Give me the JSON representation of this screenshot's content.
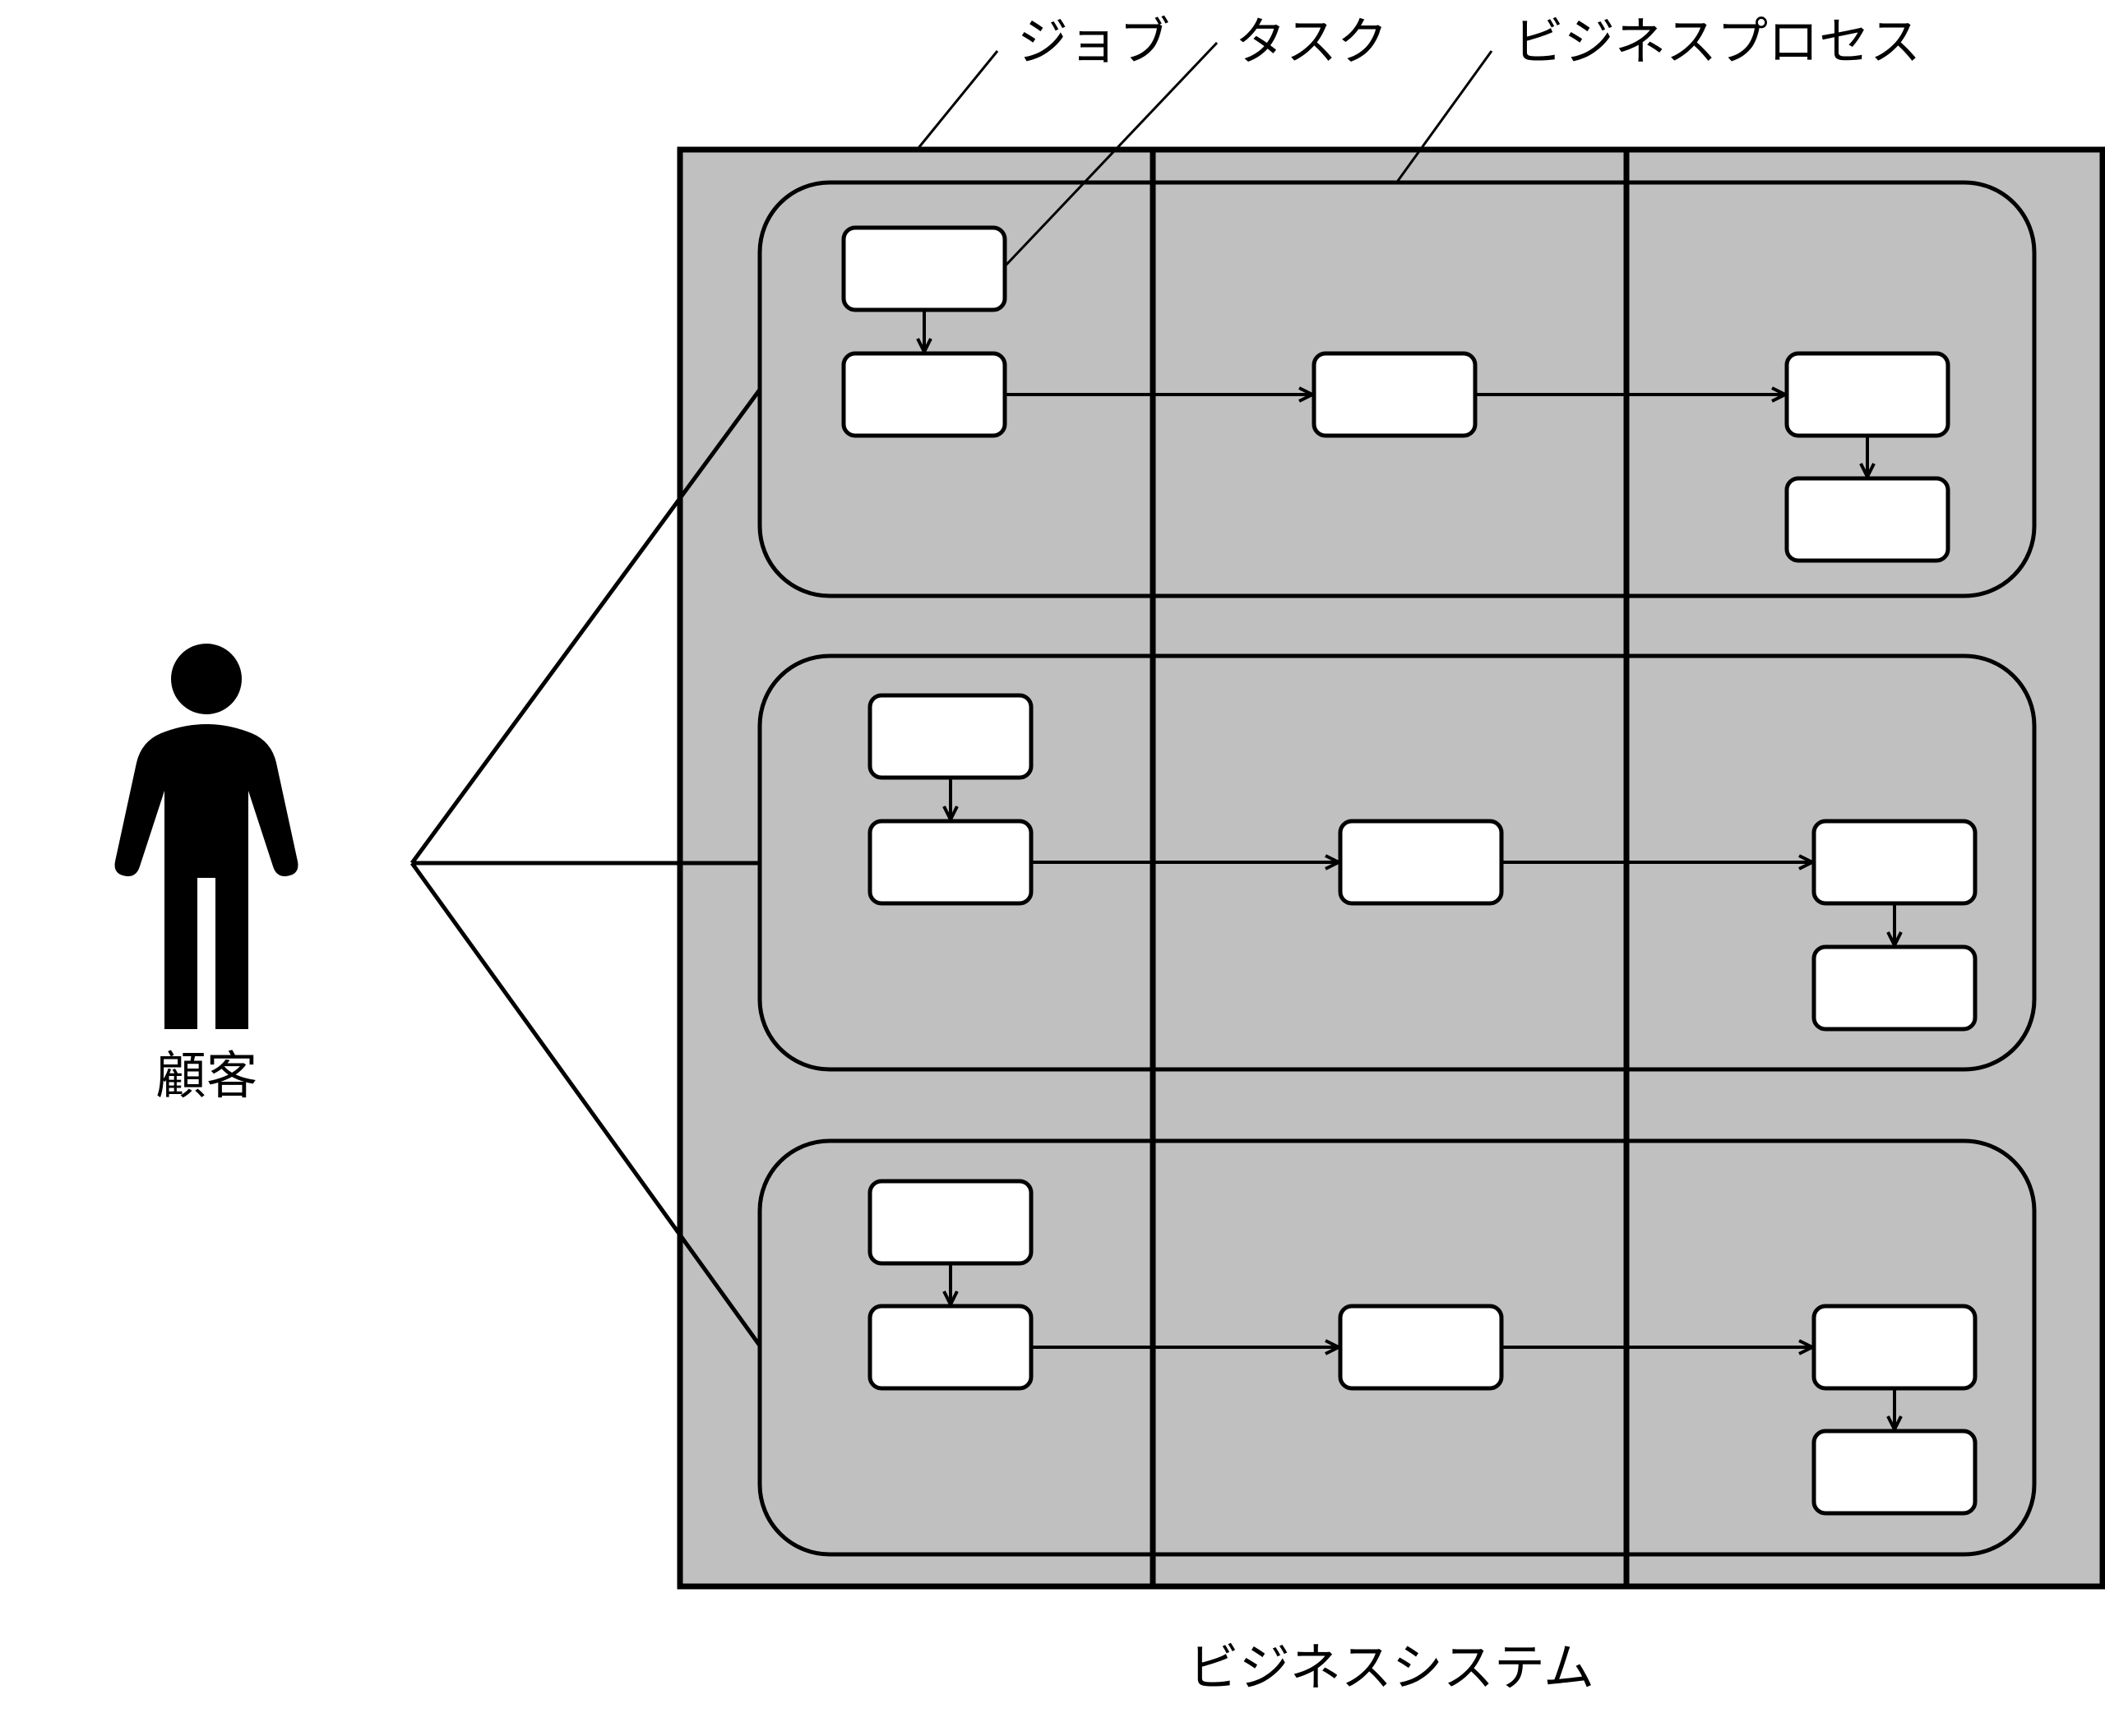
{
  "labels": {
    "job": "ジョブ",
    "task": "タスク",
    "business_process": "ビジネスプロセス",
    "customer": "顧客",
    "business_system": "ビジネスシステム"
  },
  "colors": {
    "system_fill": "#c0c0c0",
    "task_fill": "#ffffff",
    "stroke": "#000000",
    "background": "#ffffff"
  },
  "structure": {
    "jobs": 3,
    "process_rows": 3,
    "figure": "person-icon"
  }
}
